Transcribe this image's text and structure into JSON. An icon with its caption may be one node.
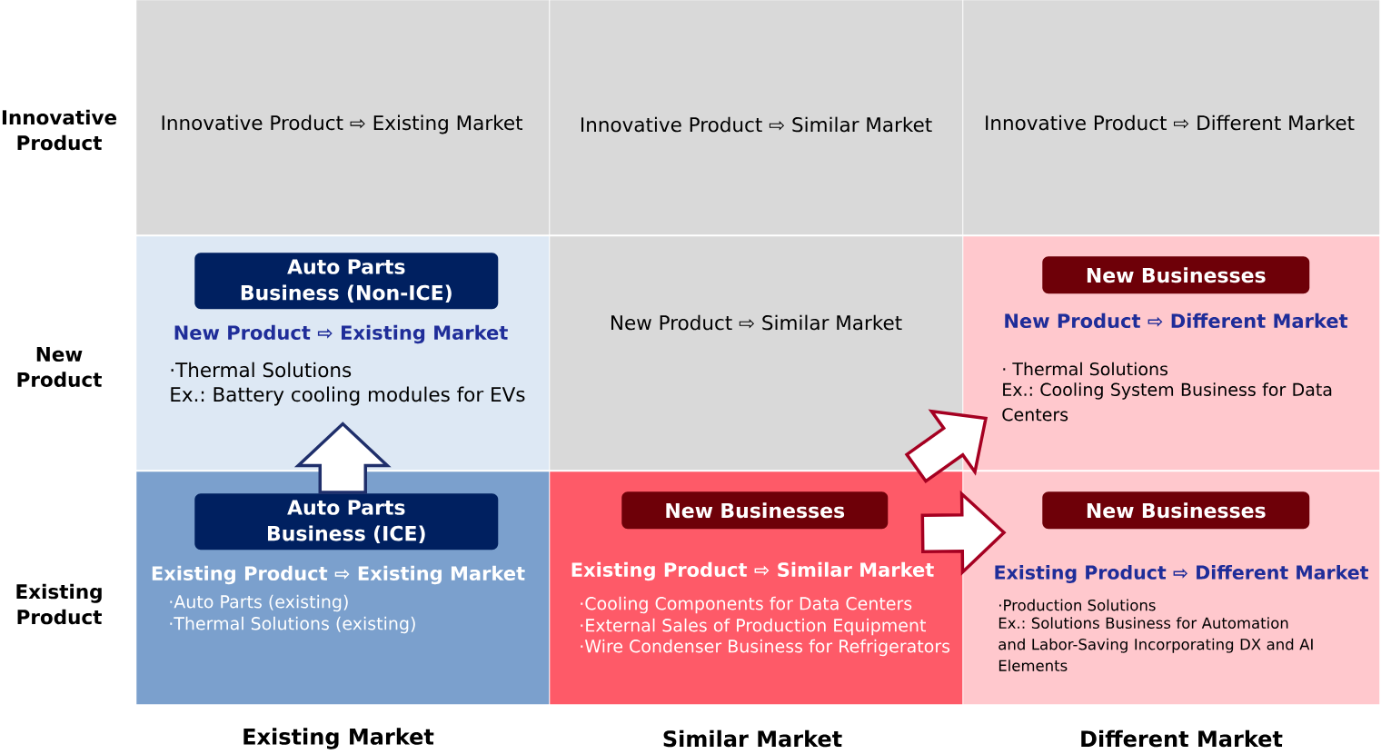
{
  "diagram": {
    "nodes": [
      {
        "text": [
          "Innovative Product ⇨ Existing Market"
        ]
      },
      {
        "text": [
          "Innovative Product ⇨ Similar Market"
        ]
      },
      {
        "text": [
          "Innovative Product ⇨ Different Market"
        ]
      },
      {
        "text": [
          "New Product ⇨ Existing Market",
          "·Thermal Solutions",
          "Ex.: Battery cooling modules for EVs"
        ]
      },
      {
        "text": [
          "Auto Parts Business (Non-ICE)"
        ],
        "in": 3
      },
      {
        "text": [
          "New Product ⇨ Similar Market"
        ]
      },
      {
        "text": [
          "New Product ⇨ Different Market",
          "· Thermal Solutions",
          "Ex.: Cooling System Business for Data Centers"
        ]
      },
      {
        "text": [
          "New Businesses"
        ],
        "in": 6
      },
      {
        "text": [
          "Existing Product ⇨ Existing Market",
          "·Auto Parts (existing)",
          "·Thermal Solutions (existing)"
        ]
      },
      {
        "text": [
          "Auto Parts Business (ICE)"
        ],
        "in": 8
      },
      {
        "text": [
          "Existing Product ⇨ Similar Market",
          "·Cooling Components for Data Centers",
          "·External Sales of Production Equipment",
          "·Wire Condenser Business for Refrigerators"
        ]
      },
      {
        "text": [
          "New Businesses"
        ],
        "in": 10
      },
      {
        "text": [
          "Existing Product ⇨ Different Market",
          "·Production Solutions",
          "Ex.: Solutions Business for Automation and Labor-Saving Incorporating DX and AI Elements"
        ]
      },
      {
        "text": [
          "New Businesses"
        ],
        "in": 12
      }
    ],
    "edges": [
      {
        "from": 9,
        "to": 3,
        "arrow": "to",
        "color": "#1f2f6b"
      },
      {
        "from": 10,
        "to": 6,
        "arrow": "to"
      },
      {
        "from": 10,
        "to": 12,
        "arrow": "to"
      }
    ],
    "labels": [
      "Innovative Product",
      "New Product",
      "Existing Product",
      "Existing Market",
      "Similar Market",
      "Different Market"
    ]
  }
}
